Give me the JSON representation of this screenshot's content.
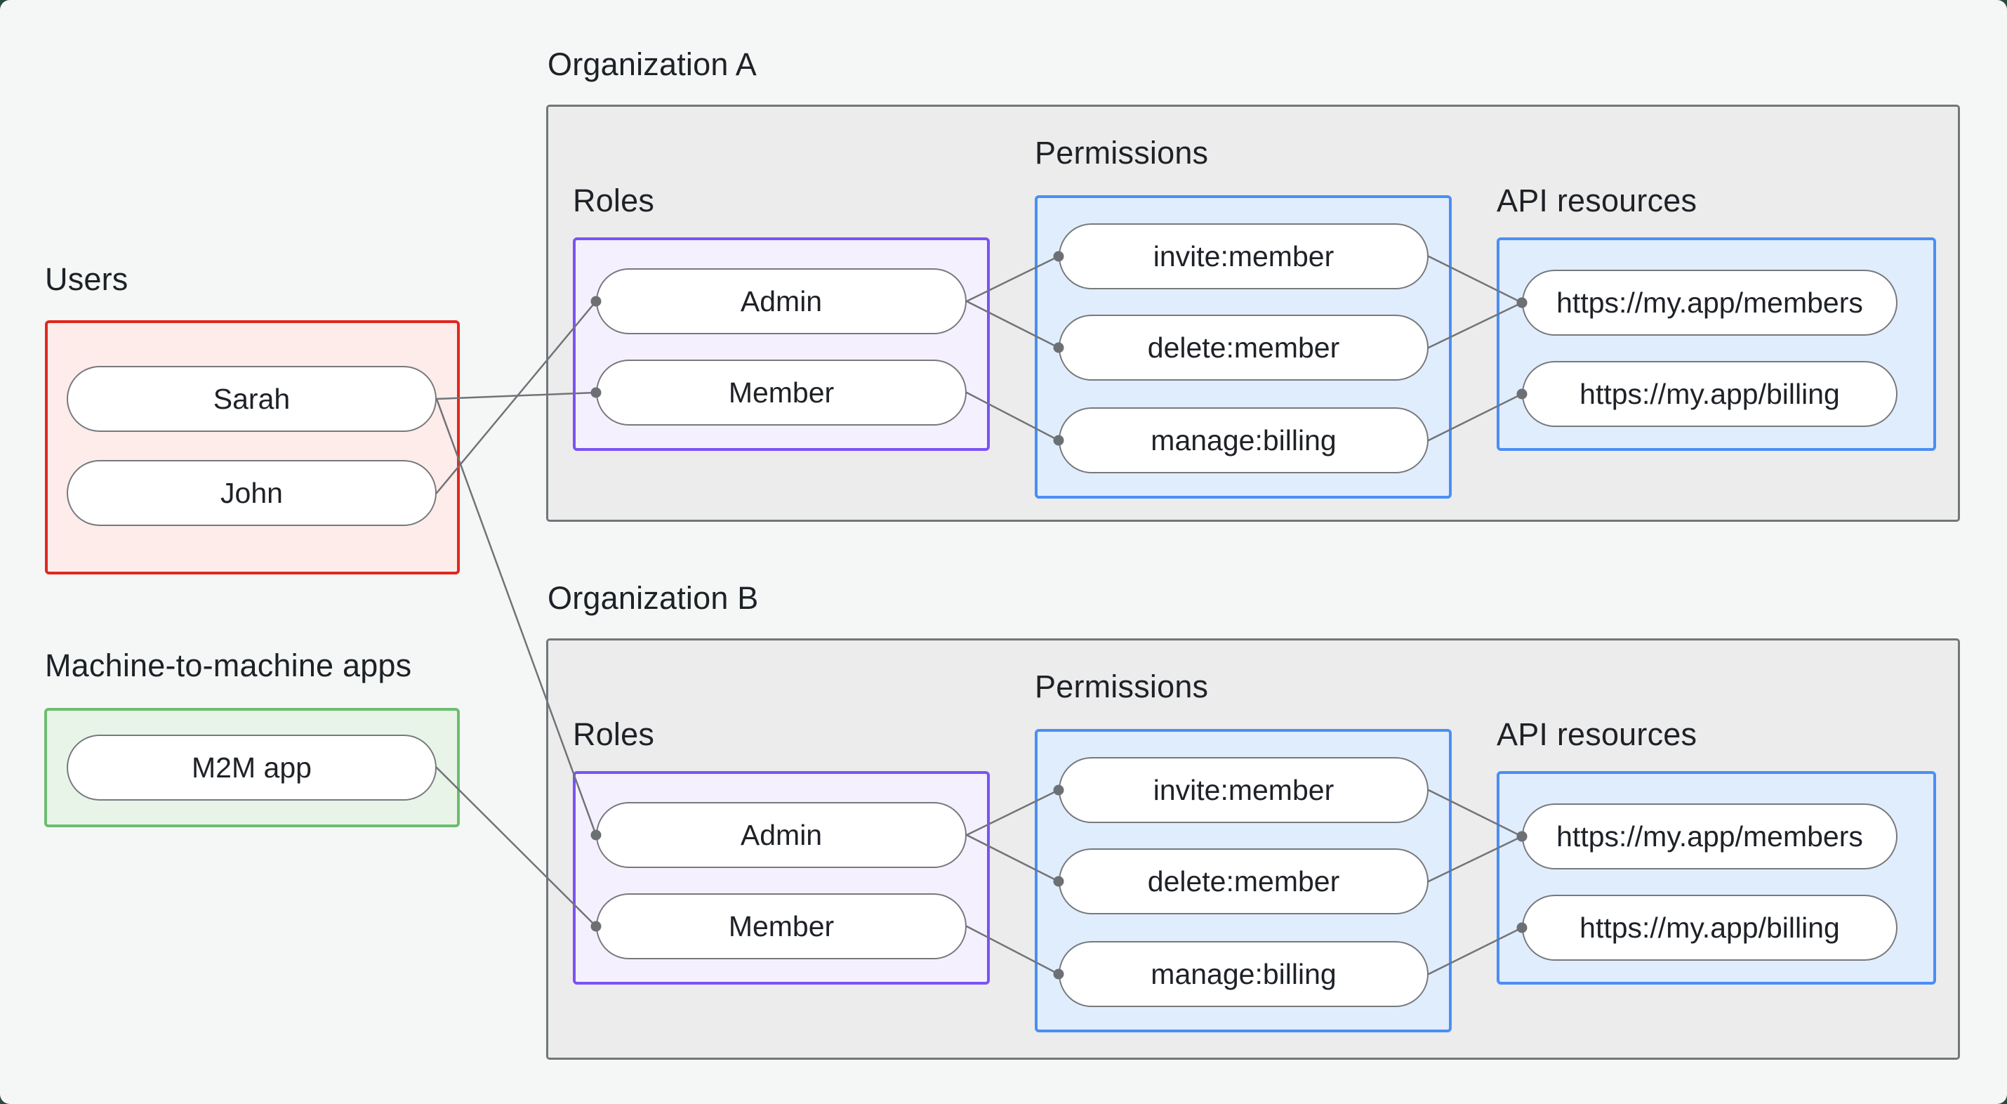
{
  "groups": {
    "users": {
      "label": "Users",
      "items": [
        {
          "id": "sarah",
          "label": "Sarah"
        },
        {
          "id": "john",
          "label": "John"
        }
      ]
    },
    "m2m": {
      "label": "Machine-to-machine apps",
      "items": [
        {
          "id": "m2m-app",
          "label": "M2M app"
        }
      ]
    }
  },
  "organizations": [
    {
      "label": "Organization A",
      "roles": {
        "label": "Roles",
        "items": [
          {
            "id": "orgA-admin",
            "label": "Admin"
          },
          {
            "id": "orgA-member",
            "label": "Member"
          }
        ]
      },
      "permissions": {
        "label": "Permissions",
        "items": [
          {
            "id": "orgA-invite",
            "label": "invite:member"
          },
          {
            "id": "orgA-delete",
            "label": "delete:member"
          },
          {
            "id": "orgA-manage",
            "label": "manage:billing"
          }
        ]
      },
      "api_resources": {
        "label": "API resources",
        "items": [
          {
            "id": "orgA-members",
            "label": "https://my.app/members"
          },
          {
            "id": "orgA-billing",
            "label": "https://my.app/billing"
          }
        ]
      }
    },
    {
      "label": "Organization B",
      "roles": {
        "label": "Roles",
        "items": [
          {
            "id": "orgB-admin",
            "label": "Admin"
          },
          {
            "id": "orgB-member",
            "label": "Member"
          }
        ]
      },
      "permissions": {
        "label": "Permissions",
        "items": [
          {
            "id": "orgB-invite",
            "label": "invite:member"
          },
          {
            "id": "orgB-delete",
            "label": "delete:member"
          },
          {
            "id": "orgB-manage",
            "label": "manage:billing"
          }
        ]
      },
      "api_resources": {
        "label": "API resources",
        "items": [
          {
            "id": "orgB-members",
            "label": "https://my.app/members"
          },
          {
            "id": "orgB-billing",
            "label": "https://my.app/billing"
          }
        ]
      }
    }
  ],
  "edges": [
    {
      "from": "sarah",
      "to": "orgA-member"
    },
    {
      "from": "john",
      "to": "orgA-admin"
    },
    {
      "from": "sarah",
      "to": "orgB-admin"
    },
    {
      "from": "m2m-app",
      "to": "orgB-member"
    },
    {
      "from": "orgA-admin",
      "to": "orgA-invite"
    },
    {
      "from": "orgA-admin",
      "to": "orgA-delete"
    },
    {
      "from": "orgA-member",
      "to": "orgA-manage"
    },
    {
      "from": "orgA-invite",
      "to": "orgA-members"
    },
    {
      "from": "orgA-delete",
      "to": "orgA-members"
    },
    {
      "from": "orgA-manage",
      "to": "orgA-billing"
    },
    {
      "from": "orgB-admin",
      "to": "orgB-invite"
    },
    {
      "from": "orgB-admin",
      "to": "orgB-delete"
    },
    {
      "from": "orgB-member",
      "to": "orgB-manage"
    },
    {
      "from": "orgB-invite",
      "to": "orgB-members"
    },
    {
      "from": "orgB-delete",
      "to": "orgB-members"
    },
    {
      "from": "orgB-manage",
      "to": "orgB-billing"
    }
  ],
  "colors": {
    "canvas-bg": "#f5f7f6",
    "frame-bg": "#2b4a39",
    "text": "#1e2227",
    "org-fill": "#ececec",
    "org-border": "#72767a",
    "red-border": "#e0281e",
    "red-fill": "#fdecea",
    "green-border": "#6cbd6e",
    "green-fill": "#e9f4e9",
    "purple-border": "#7b52f5",
    "purple-fill": "#f5f0fe",
    "blue-border": "#4b8ef5",
    "blue-fill": "#e0edfc",
    "pill-border": "#77797c",
    "pill-fill": "#ffffff",
    "line": "#707478",
    "dot": "#6d7073"
  }
}
